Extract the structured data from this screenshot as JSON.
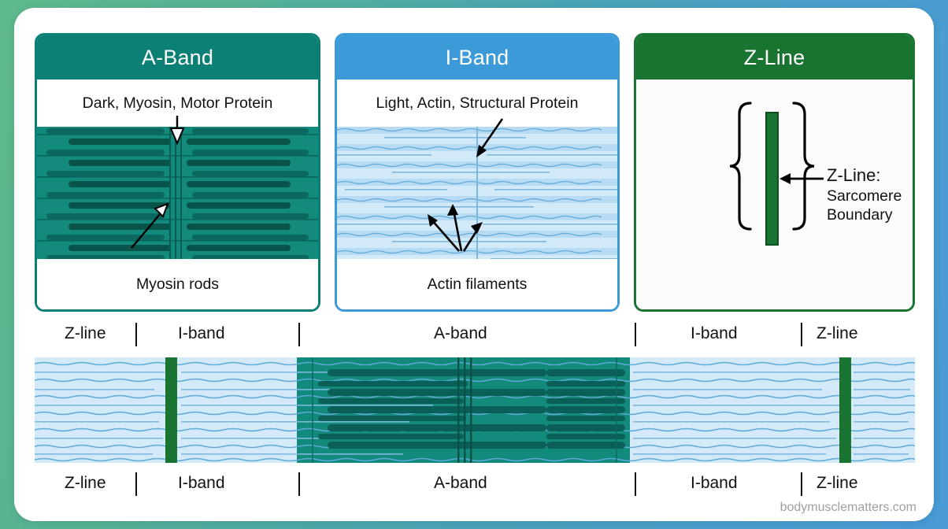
{
  "watermark": "bodymusclematters.com",
  "panels": [
    {
      "key": "a-band",
      "title": "A-Band",
      "header_color": "#0d8075",
      "caption_top": "Dark, Myosin, Motor Protein",
      "caption_bottom": "Myosin rods",
      "art_color": "#128a7c"
    },
    {
      "key": "i-band",
      "title": "I-Band",
      "header_color": "#3d9ad9",
      "caption_top": "Light, Actin, Structural Protein",
      "caption_bottom": "Actin filaments",
      "art_color": "#cfe8f7"
    },
    {
      "key": "z-line",
      "title": "Z-Line",
      "header_color": "#1a7431",
      "label_line1": "Z-Line:",
      "label_line2": "Sarcomere",
      "label_line3": "Boundary",
      "art_color": "#1a7431"
    }
  ],
  "strip": {
    "labels_top": [
      "Z-line",
      "I-band",
      "A-band",
      "I-band",
      "Z-line"
    ],
    "labels_bottom": [
      "Z-line",
      "I-band",
      "A-band",
      "I-band",
      "Z-line"
    ],
    "region_colors": {
      "i_band": "#d4eaf8",
      "a_band": "#128a7c",
      "z_line": "#1a7431"
    }
  }
}
